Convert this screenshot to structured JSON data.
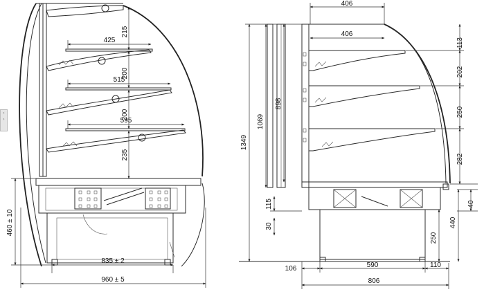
{
  "side_view": {
    "shelf_gap_top": "215",
    "shelf_gap_2": "200",
    "shelf_gap_3": "200",
    "shelf_gap_bottom": "235",
    "shelf_depth_1": "425",
    "shelf_depth_2": "515",
    "shelf_depth_3": "595",
    "base_height": "460 ± 10",
    "inner_width": "835 ± 2",
    "total_width": "960 ± 5"
  },
  "front_view": {
    "top_outer_depth": "406",
    "top_inner_depth": "406",
    "total_height": "1349",
    "display_height": "1069",
    "shelf_zone_height": "898",
    "plinth_115": "115",
    "foot_30": "30",
    "gap_113": "113",
    "gap_202": "202",
    "gap_250": "250",
    "gap_282": "282",
    "right_40": "40",
    "right_440": "440",
    "leg_250": "250",
    "front_106": "106",
    "mid_590": "590",
    "rear_110": "110",
    "base_806": "806"
  },
  "tab": {
    "glyphs": [
      "‹",
      "›"
    ]
  }
}
